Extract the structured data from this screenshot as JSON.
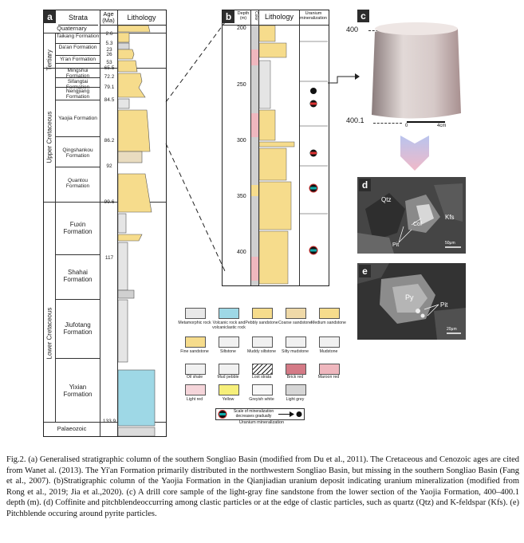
{
  "panel_a": {
    "tag": "a",
    "headers": {
      "strata": "Strata",
      "age": "Age (Ma)",
      "lithology": "Lithology"
    },
    "systems": {
      "tertiary": "Tertiary",
      "upper_cretaceous": "Upper Cretaceous",
      "lower_cretaceous": "Lower Cretaceous"
    },
    "quaternary": "Quaternary",
    "palaeozoic": "Palaeozoic",
    "formations": [
      "Taikang Formation",
      "Da'an Formation",
      "Yi'an Formation",
      "Mingshui Formation",
      "Sifangtai Formation",
      "Nengjiang Formation",
      "Yaojia Formation",
      "Qingshankou Formation",
      "Quantou Formation",
      "Fuxin Formation",
      "Shahai Formation",
      "Jiufotang Formation",
      "Yixian Formation"
    ],
    "ages": [
      "2.6",
      "5.3",
      "23",
      "26",
      "53",
      "65.5",
      "72.2",
      "79.1",
      "84.5",
      "86.2",
      "92",
      "99.6",
      "117",
      "133.9"
    ]
  },
  "panel_b": {
    "tag": "b",
    "headers": {
      "depth": "Depth (m)",
      "color": "Color",
      "lithology": "Lithology",
      "uranium": "Uranium mineralization"
    },
    "depths": [
      "200",
      "250",
      "300",
      "350",
      "400"
    ]
  },
  "panel_c": {
    "tag": "c",
    "depth_top": "400",
    "depth_bottom": "400.1",
    "scale_zero": "0",
    "scale_end": "4cm"
  },
  "panel_d": {
    "tag": "d",
    "labels": [
      "Qtz",
      "Kfs",
      "Cof",
      "Pit"
    ],
    "scale": "50μm"
  },
  "panel_e": {
    "tag": "e",
    "labels": [
      "Py",
      "Pit"
    ],
    "scale": "20μm"
  },
  "legend": {
    "items": [
      "Metamorphic rock",
      "Volcanic rock and volcaniclastic rock",
      "Pebbly sandstone",
      "Coarse sandstone",
      "Medium sandstone",
      "Fine sandstone",
      "Siltstone",
      "Muddy siltstone",
      "Silty mudstone",
      "Mudstone",
      "Oil shale",
      "Mud pebble",
      "Lost strata",
      "Brick red",
      "Maroon red",
      "Light red",
      "Yellow",
      "Greyish white",
      "Light grey"
    ],
    "mineral_scale": "Scale of mineralization decreases gradually",
    "mineral_title": "Uranium mineralization"
  },
  "caption": "Fig.2. (a) Generalised stratigraphic column of the southern Songliao Basin (modified from Du et al., 2011). The Cretaceous and Cenozoic ages are cited from Wanet al. (2013). The Yi'an Formation primarily distributed in the northwestern Songliao Basin, but missing in the southern Songliao Basin (Fang et al., 2007). (b)Stratigraphic column of the Yaojia Formation in the Qianjiadian uranium deposit indicating uranium mineralization (modified from Rong et al., 2019; Jia et al.,2020). (c) A drill core sample of the light-gray fine sandstone from the lower section of the Yaojia Formation, 400–400.1 depth (m). (d) Coffinite and pitchblendeoccurring among clastic particles or at the edge of clastic particles, such as quartz (Qtz) and K-feldspar (Kfs). (e) Pitchblende occuring around pyrite particles."
}
